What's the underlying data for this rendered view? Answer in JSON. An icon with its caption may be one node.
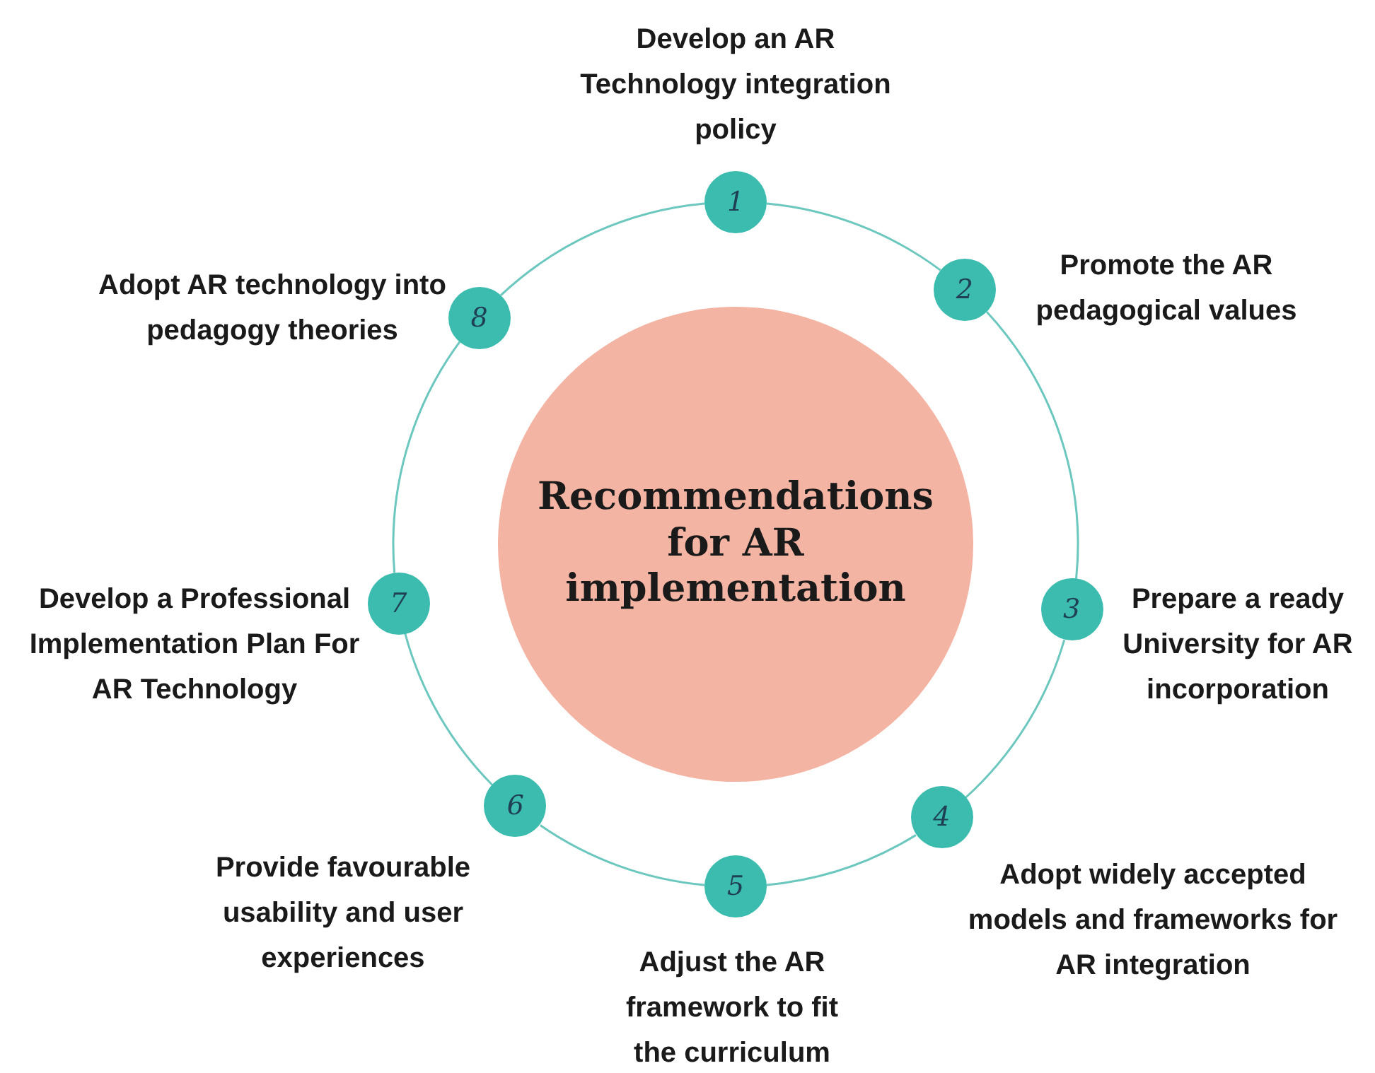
{
  "diagram": {
    "nodes": [
      {
        "text": [
          "Recommendations for AR implementation"
        ]
      },
      {
        "text": [
          "1"
        ],
        "beside": [
          "Develop an AR Technology integration policy"
        ]
      },
      {
        "text": [
          "2"
        ],
        "beside": [
          "Promote the AR pedagogical values"
        ]
      },
      {
        "text": [
          "3"
        ],
        "beside": [
          "Prepare a ready University for AR incorporation"
        ]
      },
      {
        "text": [
          "4"
        ],
        "beside": [
          "Adopt widely accepted models and frameworks for AR integration"
        ]
      },
      {
        "text": [
          "5"
        ],
        "beside": [
          "Adjust the AR framework to fit the curriculum"
        ]
      },
      {
        "text": [
          "6"
        ],
        "beside": [
          "Provide favourable usability and user experiences"
        ]
      },
      {
        "text": [
          "7"
        ],
        "beside": [
          "Develop a Professional Implementation Plan For AR Technology"
        ]
      },
      {
        "text": [
          "8"
        ],
        "beside": [
          "Adopt AR technology into pedagogy theories"
        ]
      }
    ],
    "edges": [
      {
        "from": 1,
        "to": 2,
        "arrow": "none"
      },
      {
        "from": 2,
        "to": 3,
        "arrow": "none"
      },
      {
        "from": 3,
        "to": 4,
        "arrow": "none"
      },
      {
        "from": 4,
        "to": 5,
        "arrow": "none"
      },
      {
        "from": 5,
        "to": 6,
        "arrow": "none"
      },
      {
        "from": 6,
        "to": 7,
        "arrow": "none"
      },
      {
        "from": 7,
        "to": 8,
        "arrow": "none"
      },
      {
        "from": 8,
        "to": 1,
        "arrow": "none"
      }
    ]
  }
}
